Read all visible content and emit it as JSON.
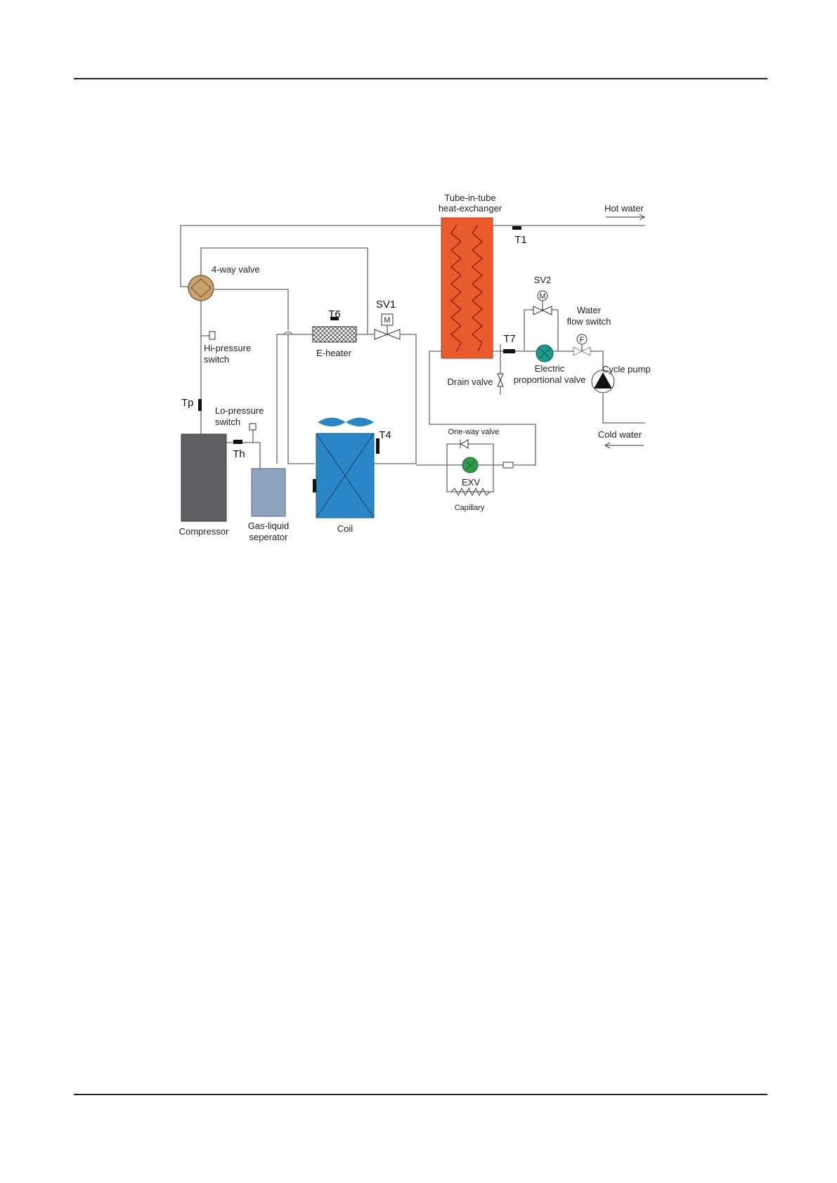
{
  "labels": {
    "hx_line1": "Tube-in-tube",
    "hx_line2": "heat-exchanger",
    "hot_water": "Hot water",
    "cold_water": "Cold water",
    "t1": "T1",
    "four_way_valve": "4-way valve",
    "sv2": "SV2",
    "water_flow_line1": "Water",
    "water_flow_line2": "flow switch",
    "t6": "T6",
    "sv1": "SV1",
    "e_heater": "E-heater",
    "hi_pressure_line1": "Hi-pressure",
    "hi_pressure_line2": "switch",
    "t7": "T7",
    "electric_line1": "Electric",
    "electric_line2": "proportional valve",
    "drain_valve": "Drain valve",
    "cycle_pump": "Cycle pump",
    "tp": "Tp",
    "lo_pressure_line1": "Lo-pressure",
    "lo_pressure_line2": "switch",
    "t4": "T4",
    "th": "Th",
    "one_way_valve": "One-way valve",
    "exv": "EXV",
    "capillary": "Capillary",
    "compressor": "Compressor",
    "gas_liquid_line1": "Gas-liquid",
    "gas_liquid_line2": "seperator",
    "coil": "Coil",
    "m_symbol": "M",
    "f_symbol": "F"
  },
  "colors": {
    "heat_exchanger": "#e95b2c",
    "four_way_valve": "#c9a06a",
    "compressor": "#5f5f64",
    "gas_liquid_separator": "#8fa3bf",
    "coil": "#2b86c8",
    "fan": "#2b86c8",
    "exv": "#2e9d4a",
    "proportional_valve": "#1c9a8c"
  }
}
